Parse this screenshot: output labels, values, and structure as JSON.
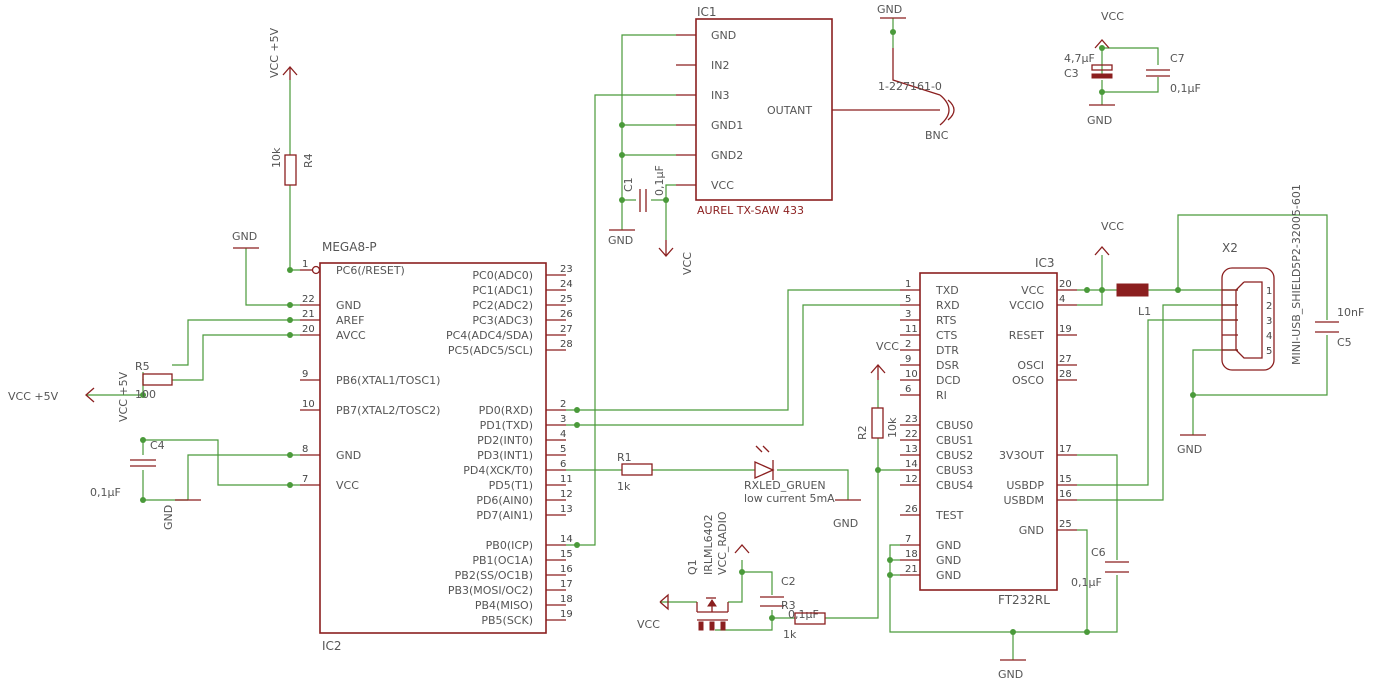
{
  "supply": {
    "vcc5v": "VCC +5V",
    "vcc": "VCC",
    "gnd": "GND"
  },
  "ic2": {
    "name": "MEGA8-P",
    "ref": "IC2",
    "left_pins": [
      {
        "num": "1",
        "name": "PC6(/RESET)"
      },
      {
        "num": "22",
        "name": "GND"
      },
      {
        "num": "21",
        "name": "AREF"
      },
      {
        "num": "20",
        "name": "AVCC"
      },
      {
        "num": "9",
        "name": "PB6(XTAL1/TOSC1)"
      },
      {
        "num": "10",
        "name": "PB7(XTAL2/TOSC2)"
      },
      {
        "num": "8",
        "name": "GND"
      },
      {
        "num": "7",
        "name": "VCC"
      }
    ],
    "right_pins": [
      {
        "num": "23",
        "name": "PC0(ADC0)"
      },
      {
        "num": "24",
        "name": "PC1(ADC1)"
      },
      {
        "num": "25",
        "name": "PC2(ADC2)"
      },
      {
        "num": "26",
        "name": "PC3(ADC3)"
      },
      {
        "num": "27",
        "name": "PC4(ADC4/SDA)"
      },
      {
        "num": "28",
        "name": "PC5(ADC5/SCL)"
      },
      {
        "num": "2",
        "name": "PD0(RXD)"
      },
      {
        "num": "3",
        "name": "PD1(TXD)"
      },
      {
        "num": "4",
        "name": "PD2(INT0)"
      },
      {
        "num": "5",
        "name": "PD3(INT1)"
      },
      {
        "num": "6",
        "name": "PD4(XCK/T0)"
      },
      {
        "num": "11",
        "name": "PD5(T1)"
      },
      {
        "num": "12",
        "name": "PD6(AIN0)"
      },
      {
        "num": "13",
        "name": "PD7(AIN1)"
      },
      {
        "num": "14",
        "name": "PB0(ICP)"
      },
      {
        "num": "15",
        "name": "PB1(OC1A)"
      },
      {
        "num": "16",
        "name": "PB2(SS/OC1B)"
      },
      {
        "num": "17",
        "name": "PB3(MOSI/OC2)"
      },
      {
        "num": "18",
        "name": "PB4(MISO)"
      },
      {
        "num": "19",
        "name": "PB5(SCK)"
      }
    ]
  },
  "ic1": {
    "ref": "IC1",
    "name": "AUREL TX-SAW 433",
    "pins": [
      "GND",
      "IN2",
      "IN3",
      "GND1",
      "GND2",
      "VCC"
    ],
    "out": "OUTANT"
  },
  "ic3": {
    "ref": "IC3",
    "name": "FT232RL",
    "left_pins": [
      {
        "num": "1",
        "name": "TXD"
      },
      {
        "num": "5",
        "name": "RXD"
      },
      {
        "num": "3",
        "name": "RTS"
      },
      {
        "num": "11",
        "name": "CTS"
      },
      {
        "num": "2",
        "name": "DTR"
      },
      {
        "num": "9",
        "name": "DSR"
      },
      {
        "num": "10",
        "name": "DCD"
      },
      {
        "num": "6",
        "name": "RI"
      },
      {
        "num": "23",
        "name": "CBUS0"
      },
      {
        "num": "22",
        "name": "CBUS1"
      },
      {
        "num": "13",
        "name": "CBUS2"
      },
      {
        "num": "14",
        "name": "CBUS3"
      },
      {
        "num": "12",
        "name": "CBUS4"
      },
      {
        "num": "26",
        "name": "TEST"
      },
      {
        "num": "7",
        "name": "GND"
      },
      {
        "num": "18",
        "name": "GND"
      },
      {
        "num": "21",
        "name": "GND"
      }
    ],
    "right_pins": [
      {
        "num": "20",
        "name": "VCC"
      },
      {
        "num": "4",
        "name": "VCCIO"
      },
      {
        "num": "19",
        "name": "RESET"
      },
      {
        "num": "27",
        "name": "OSCI"
      },
      {
        "num": "28",
        "name": "OSCO"
      },
      {
        "num": "17",
        "name": "3V3OUT"
      },
      {
        "num": "15",
        "name": "USBDP"
      },
      {
        "num": "16",
        "name": "USBDM"
      },
      {
        "num": "25",
        "name": "GND"
      }
    ]
  },
  "parts": {
    "r4_ref": "R4",
    "r4_val": "10k",
    "r5_ref": "R5",
    "r5_val": "100",
    "c4_ref": "C4",
    "c4_val": "0,1µF",
    "c1_ref": "C1",
    "c1_val": "0,1µF",
    "c3_ref": "C3",
    "c3_val": "4,7µF",
    "c7_ref": "C7",
    "c7_val": "0,1µF",
    "r1_ref": "R1",
    "r1_val": "1k",
    "led_ref": "RXLED_GRUEN",
    "led_note": "low current 5mA",
    "q1_ref": "Q1",
    "q1_val": "IRLML6402",
    "q1_net": "VCC_RADIO",
    "c2_ref": "C2",
    "c2_val": "0,1µF",
    "r3_ref": "R3",
    "r3_val": "1k",
    "r2_ref": "R2",
    "r2_val": "10k",
    "c6_ref": "C6",
    "c6_val": "0,1µF",
    "l1_ref": "L1",
    "c5_ref": "C5",
    "c5_val": "10nF",
    "x2_ref": "X2",
    "x2_val": "MINI-USB_SHIELD5P2-32005-601",
    "x2_pins": [
      "1",
      "2",
      "3",
      "4",
      "5"
    ],
    "bnc_ref": "BNC",
    "bnc_val": "1-227161-0"
  }
}
